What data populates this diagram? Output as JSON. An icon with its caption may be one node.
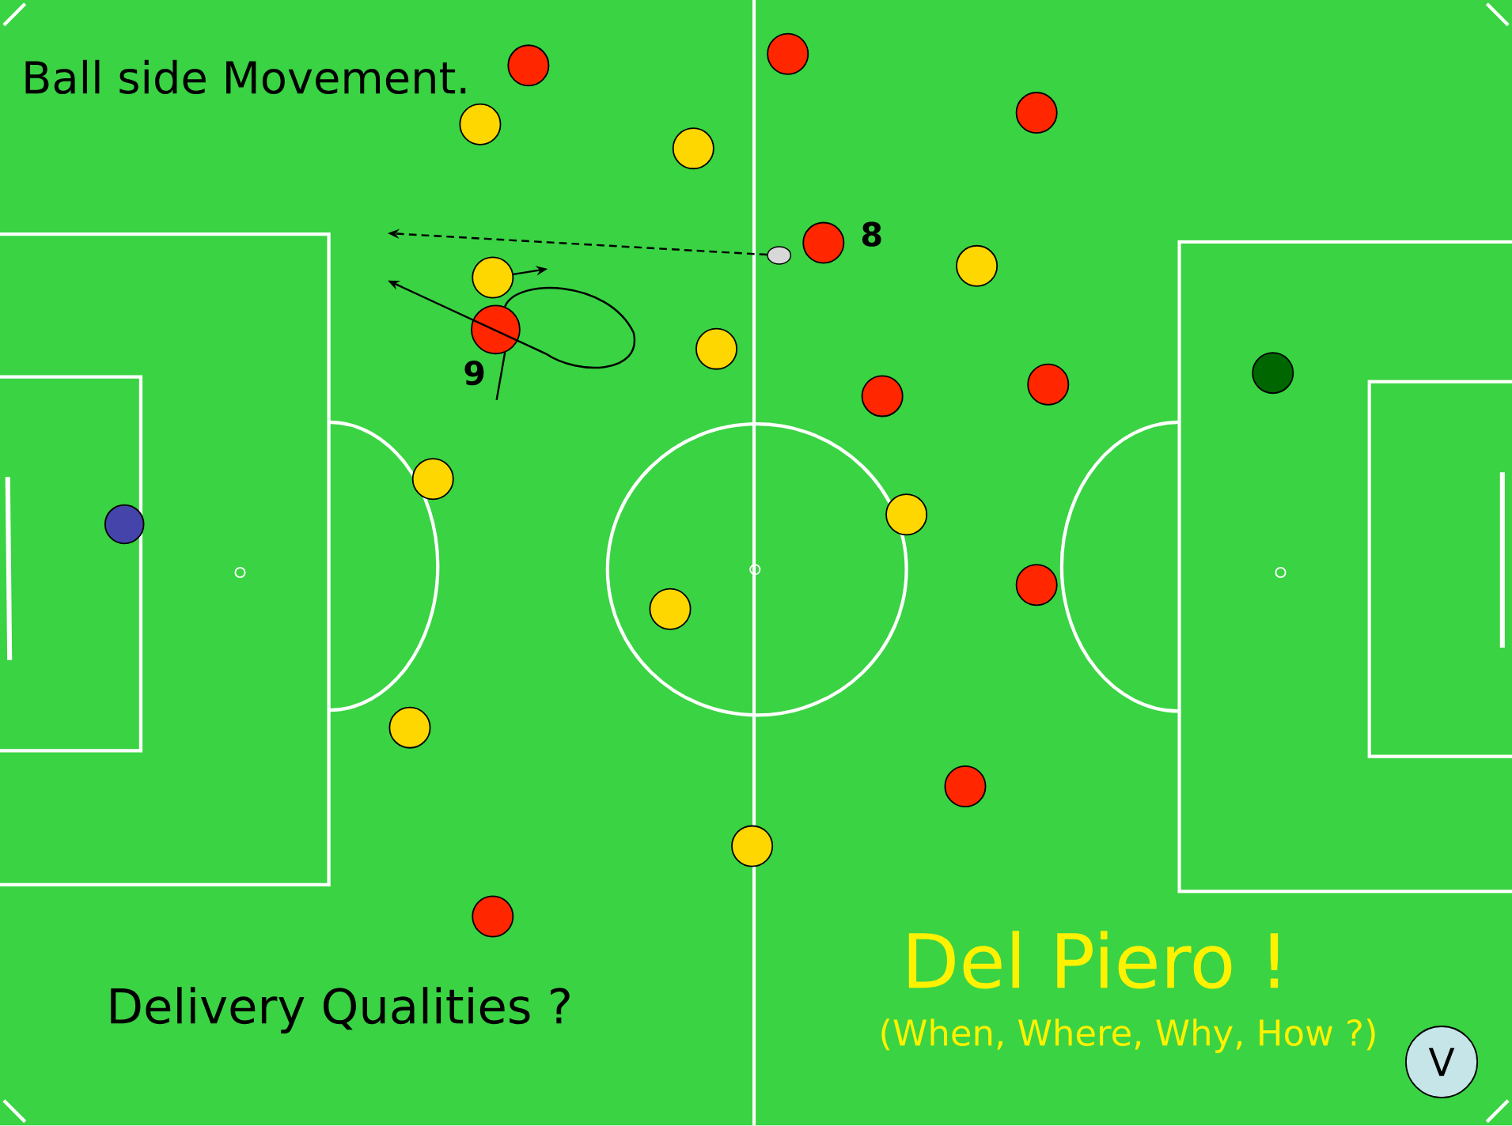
{
  "diagram": {
    "title": "Ball side Movement.",
    "nodes": [
      {
        "text": [],
        "shape": "circle"
      },
      {
        "text": [],
        "shape": "circle"
      },
      {
        "text": [],
        "shape": "circle"
      },
      {
        "text": [],
        "shape": "circle"
      },
      {
        "text": [],
        "shape": "circle"
      },
      {
        "text": [],
        "shape": "ball"
      },
      {
        "text": [],
        "shape": "circle",
        "beside": [
          "8"
        ]
      },
      {
        "text": [],
        "shape": "circle"
      },
      {
        "text": [],
        "shape": "circle"
      },
      {
        "text": [],
        "shape": "circle",
        "beside": [
          "9"
        ]
      },
      {
        "text": [],
        "shape": "circle"
      },
      {
        "text": [],
        "shape": "circle"
      },
      {
        "text": [],
        "shape": "circle"
      },
      {
        "text": [],
        "shape": "circle"
      },
      {
        "text": [],
        "shape": "circle"
      },
      {
        "text": [],
        "shape": "circle"
      },
      {
        "text": [],
        "shape": "circle"
      },
      {
        "text": [],
        "shape": "circle"
      },
      {
        "text": [],
        "shape": "circle"
      },
      {
        "text": [],
        "shape": "circle"
      },
      {
        "text": [],
        "shape": "circle"
      },
      {
        "text": [],
        "shape": "circle"
      },
      {
        "text": [],
        "shape": "circle"
      },
      {
        "text": [
          "V"
        ]
      }
    ],
    "edges": [
      {
        "from": 5,
        "to": null,
        "arrow": "to",
        "style": "dashed"
      },
      {
        "from": 9,
        "to": null,
        "arrow": "to"
      },
      {
        "from": 8,
        "to": null,
        "arrow": "to"
      }
    ],
    "labels": [
      "Del Piero !",
      "Delivery Qualities ?",
      "(When, Where, Why, How ?)"
    ]
  }
}
